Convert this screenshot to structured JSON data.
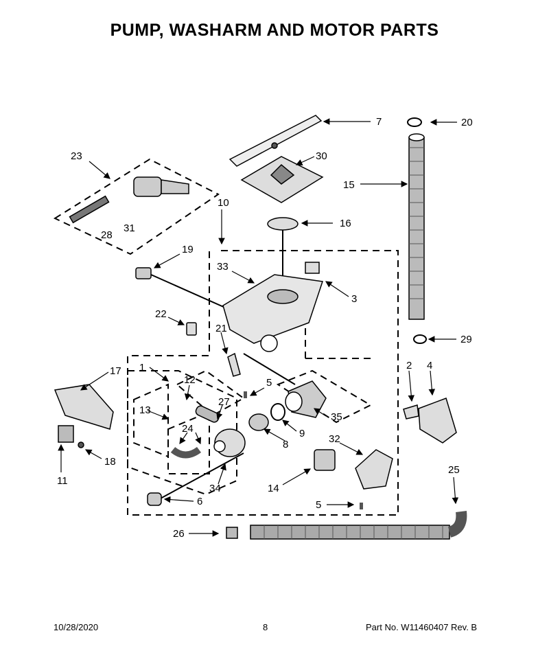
{
  "title": "PUMP, WASHARM AND MOTOR PARTS",
  "callouts": [
    "7",
    "20",
    "23",
    "30",
    "15",
    "10",
    "16",
    "19",
    "33",
    "3",
    "22",
    "21",
    "28",
    "31",
    "17",
    "1",
    "12",
    "5",
    "27",
    "13",
    "2",
    "4",
    "24",
    "35",
    "9",
    "8",
    "32",
    "18",
    "11",
    "34",
    "14",
    "25",
    "6",
    "5",
    "26",
    "29"
  ],
  "footer": {
    "date": "10/28/2020",
    "page": "8",
    "part_number": "Part No.  W11460407  Rev.  B"
  }
}
